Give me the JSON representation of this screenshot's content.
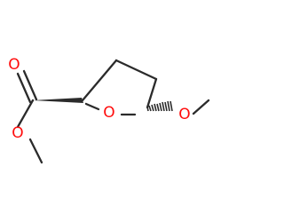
{
  "molecule": {
    "atoms": {
      "o_carbonyl": {
        "element": "O",
        "label": "O"
      },
      "o_ester": {
        "element": "O",
        "label": "O"
      },
      "o_ring": {
        "element": "O",
        "label": "O"
      },
      "o_methoxy": {
        "element": "O",
        "label": "O"
      }
    },
    "colors": {
      "bond": "#2b2b2b",
      "oxygen": "#ff0d0d",
      "background": "#ffffff"
    }
  }
}
